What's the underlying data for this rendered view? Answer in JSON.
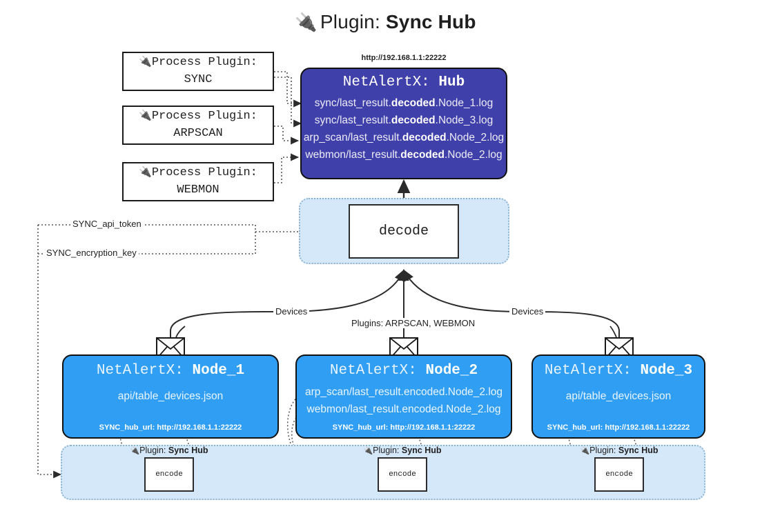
{
  "title": {
    "icon": "plug-icon",
    "label": "Plugin:",
    "value": "Sync Hub"
  },
  "process_plugins": [
    {
      "icon": "plug-icon",
      "label": "Process Plugin:",
      "value": "SYNC"
    },
    {
      "icon": "plug-icon",
      "label": "Process Plugin:",
      "value": "ARPSCAN"
    },
    {
      "icon": "plug-icon",
      "label": "Process Plugin:",
      "value": "WEBMON"
    }
  ],
  "hub": {
    "url": "http://192.168.1.1:22222",
    "title_prefix": "NetAlertX:",
    "title_value": "Hub",
    "logs": [
      {
        "pre": "sync/last_result.",
        "em": "decoded",
        "post": ".Node_1.log"
      },
      {
        "pre": "sync/last_result.",
        "em": "decoded",
        "post": ".Node_3.log"
      },
      {
        "pre": "arp_scan/last_result.",
        "em": "decoded",
        "post": ".Node_2.log"
      },
      {
        "pre": "webmon/last_result.",
        "em": "decoded",
        "post": ".Node_2.log"
      }
    ]
  },
  "decode": {
    "label": "decode"
  },
  "secrets": [
    {
      "label": "SYNC_api_token"
    },
    {
      "label": "SYNC_encryption_key"
    }
  ],
  "edge_labels": {
    "devices_left": "Devices",
    "devices_right": "Devices",
    "plugins_center": "Plugins: ARPSCAN, WEBMON"
  },
  "nodes": [
    {
      "icon": "envelope-icon",
      "title_prefix": "NetAlertX:",
      "title_value": "Node_1",
      "lines": [
        {
          "text": "api/table_devices.json"
        }
      ],
      "footer": "SYNC_hub_url: http://192.168.1.1:22222"
    },
    {
      "icon": "envelope-icon",
      "title_prefix": "NetAlertX:",
      "title_value": "Node_2",
      "lines": [
        {
          "text": "arp_scan/last_result.encoded.Node_2.log"
        },
        {
          "text": "webmon/last_result.encoded.Node_2.log"
        }
      ],
      "footer": "SYNC_hub_url: http://192.168.1.1:22222"
    },
    {
      "icon": "envelope-icon",
      "title_prefix": "NetAlertX:",
      "title_value": "Node_3",
      "lines": [
        {
          "text": "api/table_devices.json"
        }
      ],
      "footer": "SYNC_hub_url: http://192.168.1.1:22222"
    }
  ],
  "encoders": [
    {
      "cap_icon": "plug-icon",
      "cap_label": "Plugin:",
      "cap_value": "Sync Hub",
      "box_label": "encode"
    },
    {
      "cap_icon": "plug-icon",
      "cap_label": "Plugin:",
      "cap_value": "Sync Hub",
      "box_label": "encode"
    },
    {
      "cap_icon": "plug-icon",
      "cap_label": "Plugin:",
      "cap_value": "Sync Hub",
      "box_label": "encode"
    }
  ],
  "colors": {
    "hub_purple": "#4040ab",
    "node_blue": "#2f9ef3",
    "container_blue": "#d4e8fa",
    "container_border": "#8fb4cf",
    "stroke": "#2b2b2b",
    "background": "#ffffff"
  }
}
